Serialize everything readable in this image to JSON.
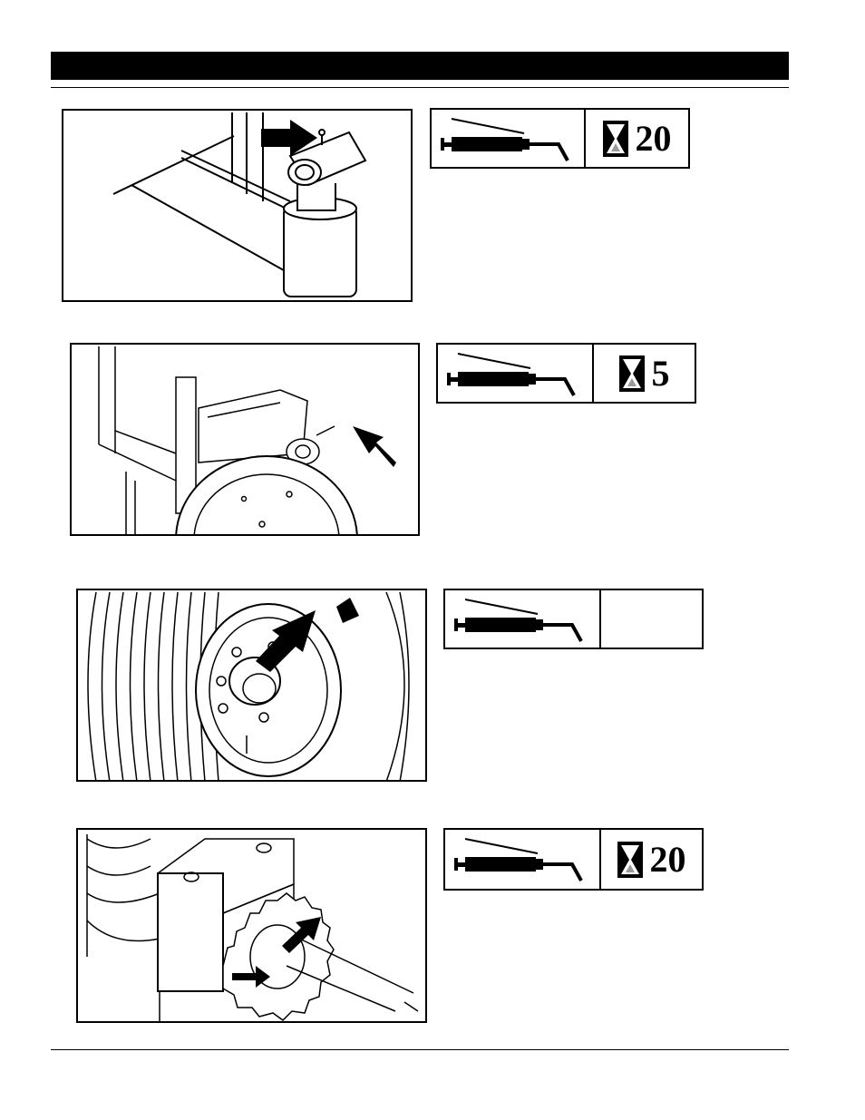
{
  "lube_points": [
    {
      "id": "point-1",
      "interval": "20",
      "icons": [
        "grease-gun-icon",
        "hourglass-icon"
      ]
    },
    {
      "id": "point-2",
      "interval": "5",
      "icons": [
        "grease-gun-icon",
        "hourglass-icon"
      ]
    },
    {
      "id": "point-3",
      "interval": "",
      "icons": [
        "grease-gun-icon"
      ]
    },
    {
      "id": "point-4",
      "interval": "20",
      "icons": [
        "grease-gun-icon",
        "hourglass-icon"
      ]
    }
  ],
  "colors": {
    "ink": "#000000",
    "paper": "#ffffff",
    "sand": "#9a9a9a"
  }
}
